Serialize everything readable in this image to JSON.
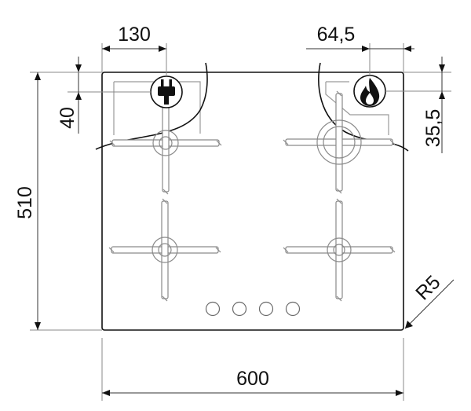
{
  "diagram": {
    "dimensions": {
      "overall_width": "600",
      "overall_depth": "510",
      "electric_offset_x": "130",
      "electric_offset_y": "40",
      "gas_offset_x": "64,5",
      "gas_offset_y": "35,5",
      "corner_radius": "R5"
    },
    "knob_count": 4,
    "burner_count": 4,
    "icons": {
      "electric": "plug-icon",
      "gas": "flame-icon"
    },
    "colors": {
      "line": "#111111",
      "grate": "#8a8a8a"
    }
  }
}
